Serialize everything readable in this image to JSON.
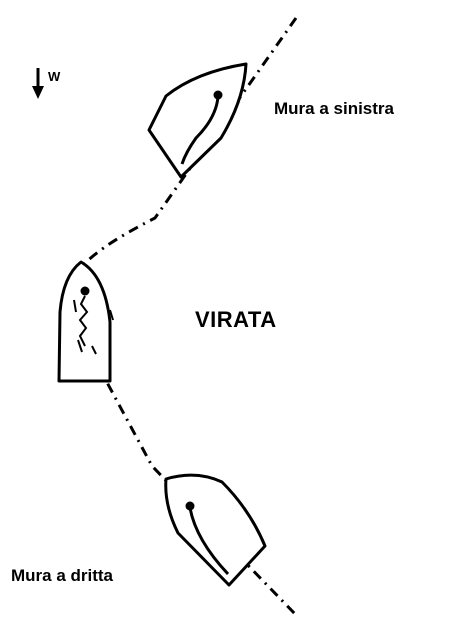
{
  "diagram": {
    "title": "VIRATA",
    "wind_label": "W",
    "labels": {
      "port_tack": "Mura a sinistra",
      "starboard_tack": "Mura a dritta"
    },
    "boats": [
      {
        "id": "port-tack-boat",
        "tack": "Mura a sinistra"
      },
      {
        "id": "head-to-wind-boat",
        "tack": "VIRATA"
      },
      {
        "id": "starboard-tack-boat",
        "tack": "Mura a dritta"
      }
    ],
    "colors": {
      "ink": "#000000",
      "background": "#ffffff"
    },
    "icons": {
      "wind": "arrow-down-icon"
    }
  }
}
